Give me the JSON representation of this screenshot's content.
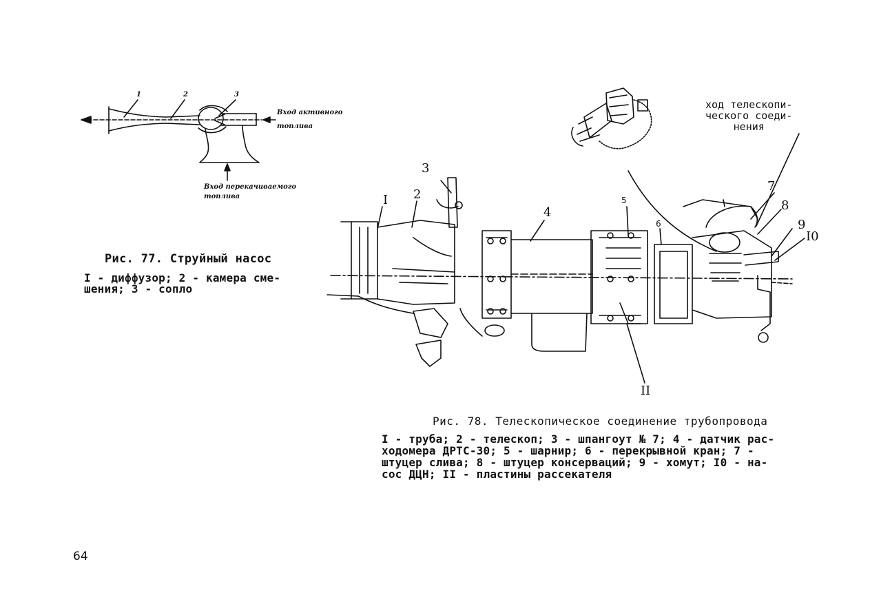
{
  "fig77": {
    "title": "Рис. 77. Струйный насос",
    "legend_lines": [
      "I - диффузор; 2 - камера сме-",
      "шения;  3 - сопло"
    ],
    "labels": [
      "1",
      "2",
      "3"
    ],
    "inlet_active": [
      "Вход активного",
      "топлива"
    ],
    "inlet_pumped": [
      "Вход перекачиваемого",
      "топлива"
    ]
  },
  "fig78": {
    "title": "Рис. 78. Телескопическое соединение трубопровода",
    "legend_lines": [
      "I - труба; 2 - телескоп; 3 - шпангоут № 7; 4 - датчик рас-",
      "ходомера ДРТС-30; 5 - шарнир; 6 - перекрывной кран; 7 -",
      "штуцер слива; 8 - штуцер консерваций; 9 - хомут; I0 - на-",
      "сос ДЦН; II - пластины рассекателя"
    ],
    "callout": [
      "ход телескопи-",
      "ческого соеди-",
      "нения"
    ],
    "labels": {
      "l1": "I",
      "l2": "2",
      "l3": "3",
      "l4": "4",
      "l5": "5",
      "l6": "6",
      "l7": "7",
      "l8": "8",
      "l9": "9",
      "l10": "I0",
      "l11": "II"
    }
  },
  "page_number": "64"
}
